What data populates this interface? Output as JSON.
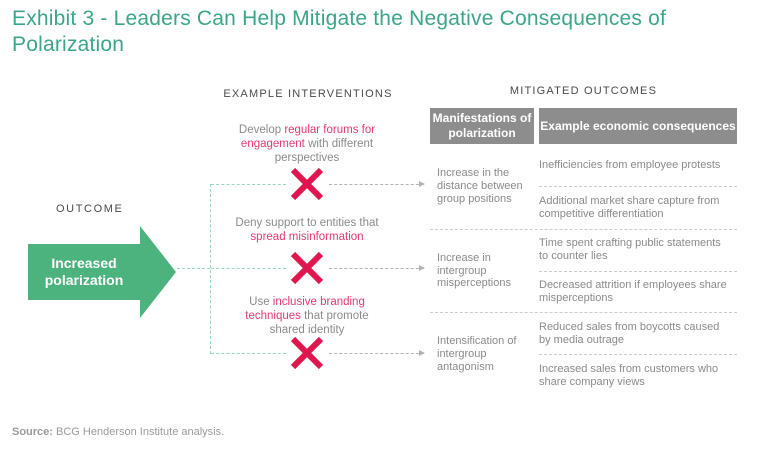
{
  "title": "Exhibit 3 - Leaders Can Help Mitigate the Negative Consequences of Polarization",
  "colors": {
    "brand-teal": "#3BA58A",
    "arrow-green": "#4CB37E",
    "pink": "#E0174E",
    "pink-text": "#E23A6E",
    "header-gray": "#8D8D8D",
    "text-gray": "#8A8A8A",
    "label-dark": "#4A4A4A",
    "teal-dash": "#97D6C6",
    "gray-dash": "#B3B3B3",
    "source-gray": "#9A9A9A"
  },
  "outcome": {
    "label": "OUTCOME",
    "arrow_text": "Increased polarization"
  },
  "interventions": {
    "header": "EXAMPLE INTERVENTIONS",
    "items": [
      {
        "pre": "Develop ",
        "highlight": "regular forums for engagement",
        "post": " with different perspectives"
      },
      {
        "pre": "Deny support to entities that ",
        "highlight": "spread misinformation",
        "post": ""
      },
      {
        "pre": "Use ",
        "highlight": "inclusive branding techniques",
        "post": " that promote shared identity"
      }
    ]
  },
  "outcomes_table": {
    "header": "MITIGATED OUTCOMES",
    "columns": [
      "Manifestations of polarization",
      "Example economic consequences"
    ],
    "rows": [
      {
        "manifestation": "Increase in the distance between group positions",
        "consequences": [
          "Inefficiencies from employee protests",
          "Additional market share capture from competitive differentiation"
        ]
      },
      {
        "manifestation": "Increase in intergroup misperceptions",
        "consequences": [
          "Time spent crafting public statements to counter lies",
          "Decreased attrition if employees share misperceptions"
        ]
      },
      {
        "manifestation": "Intensification of intergroup antagonism",
        "consequences": [
          "Reduced sales from boycotts caused by media outrage",
          "Increased sales from customers who share company views"
        ]
      }
    ]
  },
  "source": {
    "label": "Source:",
    "text": " BCG Henderson Institute analysis."
  }
}
